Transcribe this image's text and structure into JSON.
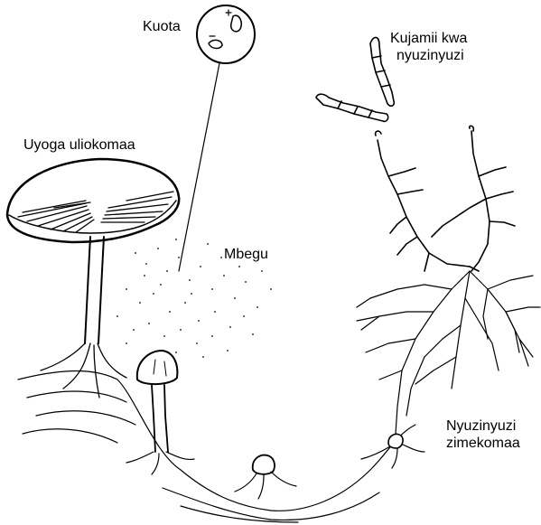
{
  "labels": {
    "kuota": "Kuota",
    "kujamii_line1": "Kujamii kwa",
    "kujamii_line2": "nyuzinyuzi",
    "uyoga": "Uyoga uliokomaa",
    "mbegu": "Mbegu",
    "nyuzi_line1": "Nyuzinyuzi",
    "nyuzi_line2": "zimekomaa"
  },
  "colors": {
    "ink": "#000000",
    "background": "#ffffff"
  }
}
